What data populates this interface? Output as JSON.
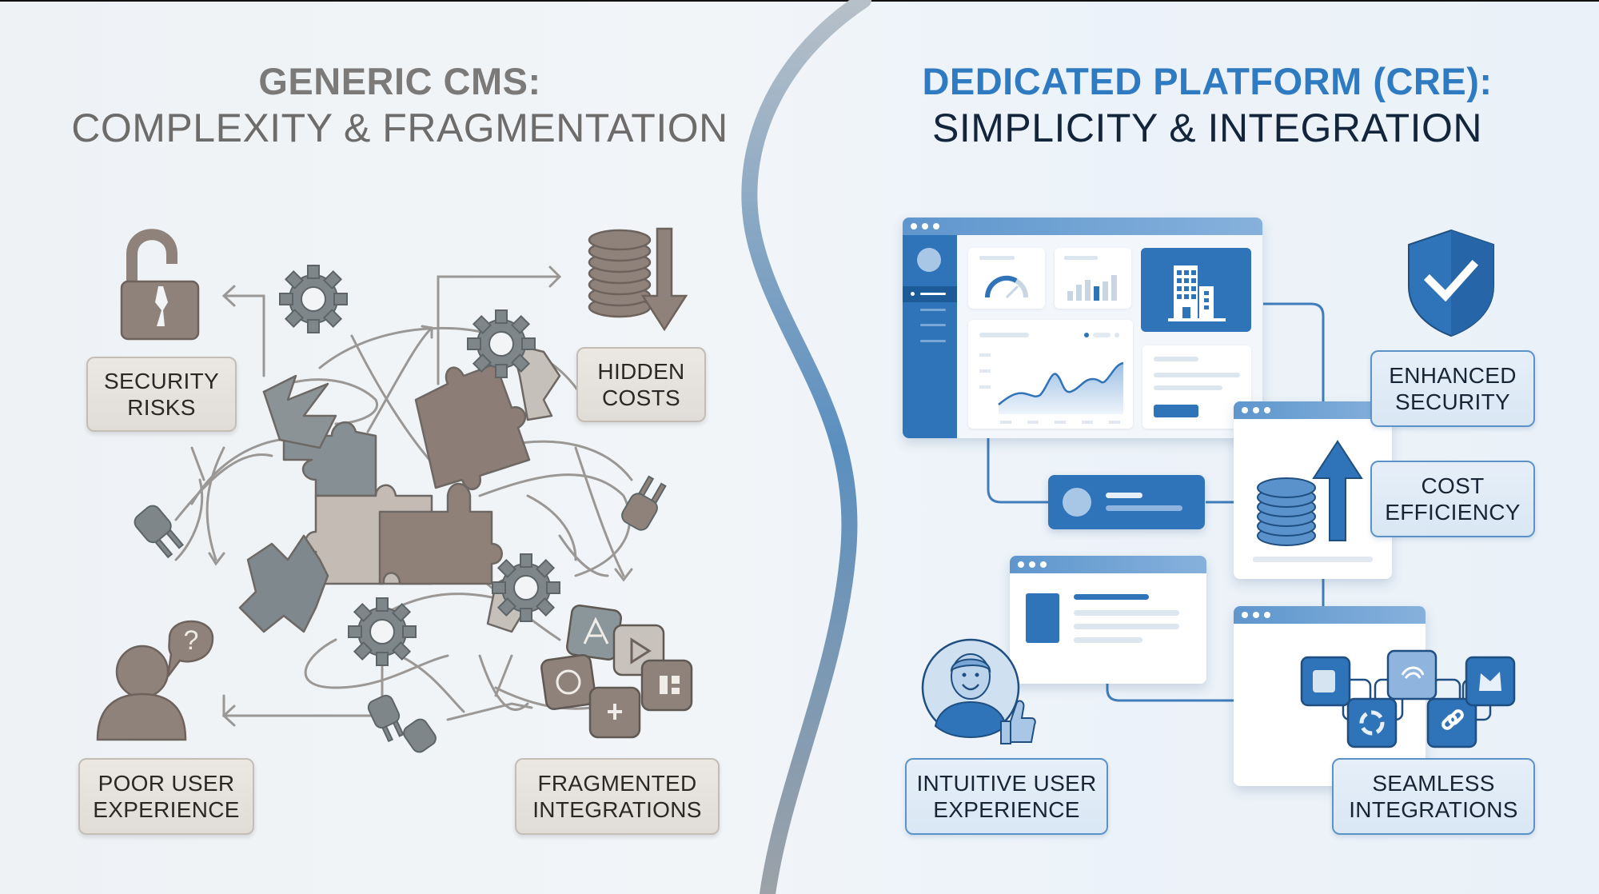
{
  "left_panel": {
    "title_bold": "GENERIC CMS:",
    "title_sub": "COMPLEXITY & FRAGMENTATION",
    "labels": {
      "security": [
        "SECURITY",
        "RISKS"
      ],
      "costs": [
        "HIDDEN",
        "COSTS"
      ],
      "ux": [
        "POOR USER",
        "EXPERIENCE"
      ],
      "integrations": [
        "FRAGMENTED",
        "INTEGRATIONS"
      ]
    },
    "icons": [
      "broken-padlock-icon",
      "coin-stack-down-arrow-icon",
      "confused-user-icon",
      "app-icons-cluster",
      "puzzle-pieces",
      "gears",
      "unplugged-plugs",
      "tangled-arrows"
    ],
    "colors": {
      "title": "#7c7a78",
      "label_bg": "#e6e2dd",
      "label_border": "#c3bdb6",
      "icon_brown": "#8f837b",
      "icon_gray": "#7f8b8f"
    }
  },
  "right_panel": {
    "title_bold": "DEDICATED PLATFORM (CRE):",
    "title_sub": "SIMPLICITY & INTEGRATION",
    "labels": {
      "security": [
        "ENHANCED",
        "SECURITY"
      ],
      "costs": [
        "COST",
        "EFFICIENCY"
      ],
      "ux": [
        "INTUITIVE USER",
        "EXPERIENCE"
      ],
      "integrations": [
        "SEAMLESS",
        "INTEGRATIONS"
      ]
    },
    "icons": [
      "dashboard-window",
      "shield-check-icon",
      "coin-stack-up-arrow-icon",
      "happy-user-thumbs-up-icon",
      "linked-app-icons",
      "building-icon",
      "gauge-icon",
      "bar-chart-icon",
      "line-chart"
    ],
    "colors": {
      "title": "#2f7bc1",
      "subtitle": "#13253a",
      "accent": "#2f73b8",
      "label_bg": "#e0ebf6",
      "label_border": "#5b93c9"
    }
  },
  "divider": {
    "shape": "s-curve",
    "color_top": "#a9b4bf",
    "color_mid": "#5d8fbd",
    "color_bottom": "#9aa1a8"
  }
}
